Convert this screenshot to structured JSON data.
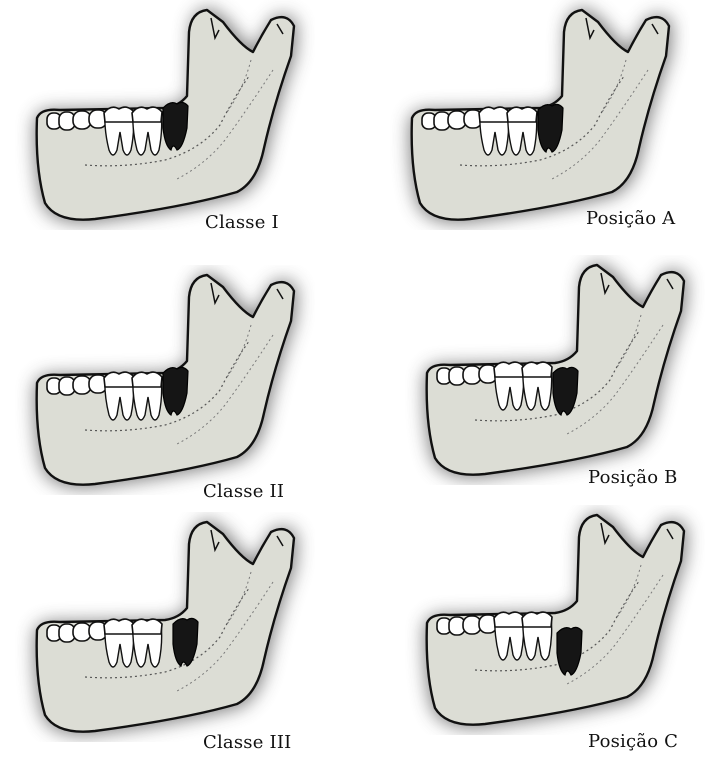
{
  "panels": [
    {
      "caption": "Classe I"
    },
    {
      "caption": "Posição A"
    },
    {
      "caption": "Classe II"
    },
    {
      "caption": "Posição B"
    },
    {
      "caption": "Classe III"
    },
    {
      "caption": "Posição C"
    }
  ],
  "colors": {
    "bone": "#dcddd5",
    "shadow": "#6f6f6f",
    "impacted_tooth": "#151515"
  }
}
